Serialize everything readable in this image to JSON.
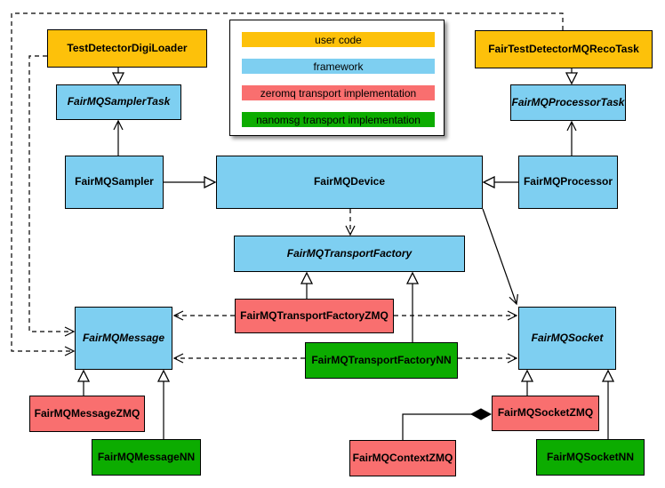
{
  "legend": {
    "items": [
      {
        "id": "user-code",
        "label": "user code",
        "color": "#fdc10a"
      },
      {
        "id": "framework",
        "label": "framework",
        "color": "#7ecff1"
      },
      {
        "id": "zeromq",
        "label": "zeromq transport implementation",
        "color": "#f96f6f"
      },
      {
        "id": "nanomsg",
        "label": "nanomsg transport implementation",
        "color": "#0cac00"
      }
    ]
  },
  "nodes": {
    "testDetectorDigiLoader": {
      "label": "TestDetectorDigiLoader",
      "category": "user-code",
      "abstract": false
    },
    "fairTestDetectorMQRecoTask": {
      "label": "FairTestDetectorMQRecoTask",
      "category": "user-code",
      "abstract": false
    },
    "fairMQSamplerTask": {
      "label": "FairMQSamplerTask",
      "category": "framework",
      "abstract": true
    },
    "fairMQProcessorTask": {
      "label": "FairMQProcessorTask",
      "category": "framework",
      "abstract": true
    },
    "fairMQSampler": {
      "label": "FairMQSampler",
      "category": "framework",
      "abstract": false
    },
    "fairMQDevice": {
      "label": "FairMQDevice",
      "category": "framework",
      "abstract": false
    },
    "fairMQProcessor": {
      "label": "FairMQProcessor",
      "category": "framework",
      "abstract": false
    },
    "fairMQTransportFactory": {
      "label": "FairMQTransportFactory",
      "category": "framework",
      "abstract": true
    },
    "fairMQTransportFactoryZMQ": {
      "label": "FairMQTransportFactoryZMQ",
      "category": "zeromq",
      "abstract": false
    },
    "fairMQTransportFactoryNN": {
      "label": "FairMQTransportFactoryNN",
      "category": "nanomsg",
      "abstract": false
    },
    "fairMQMessage": {
      "label": "FairMQMessage",
      "category": "framework",
      "abstract": true
    },
    "fairMQSocket": {
      "label": "FairMQSocket",
      "category": "framework",
      "abstract": true
    },
    "fairMQMessageZMQ": {
      "label": "FairMQMessageZMQ",
      "category": "zeromq",
      "abstract": false
    },
    "fairMQMessageNN": {
      "label": "FairMQMessageNN",
      "category": "nanomsg",
      "abstract": false
    },
    "fairMQContextZMQ": {
      "label": "FairMQContextZMQ",
      "category": "zeromq",
      "abstract": false
    },
    "fairMQSocketZMQ": {
      "label": "FairMQSocketZMQ",
      "category": "zeromq",
      "abstract": false
    },
    "fairMQSocketNN": {
      "label": "FairMQSocketNN",
      "category": "nanomsg",
      "abstract": false
    }
  },
  "edges": [
    {
      "from": "TestDetectorDigiLoader",
      "to": "FairMQSamplerTask",
      "type": "inheritance",
      "line": "solid"
    },
    {
      "from": "FairMQSampler",
      "to": "FairMQSamplerTask",
      "type": "association-arrow",
      "line": "solid"
    },
    {
      "from": "FairMQSampler",
      "to": "FairMQDevice",
      "type": "inheritance",
      "line": "solid"
    },
    {
      "from": "FairTestDetectorMQRecoTask",
      "to": "FairMQProcessorTask",
      "type": "inheritance",
      "line": "solid"
    },
    {
      "from": "FairMQProcessor",
      "to": "FairMQProcessorTask",
      "type": "association-arrow",
      "line": "solid"
    },
    {
      "from": "FairMQProcessor",
      "to": "FairMQDevice",
      "type": "inheritance",
      "line": "solid"
    },
    {
      "from": "FairMQDevice",
      "to": "FairMQTransportFactory",
      "type": "dependency",
      "line": "dashed"
    },
    {
      "from": "FairMQDevice",
      "to": "FairMQSocket",
      "type": "association-arrow",
      "line": "solid"
    },
    {
      "from": "FairMQTransportFactoryZMQ",
      "to": "FairMQTransportFactory",
      "type": "inheritance",
      "line": "solid"
    },
    {
      "from": "FairMQTransportFactoryNN",
      "to": "FairMQTransportFactory",
      "type": "inheritance",
      "line": "solid"
    },
    {
      "from": "FairMQTransportFactoryZMQ",
      "to": "FairMQMessage",
      "type": "dependency",
      "line": "dashed"
    },
    {
      "from": "FairMQTransportFactoryZMQ",
      "to": "FairMQSocket",
      "type": "dependency",
      "line": "dashed"
    },
    {
      "from": "FairMQTransportFactoryNN",
      "to": "FairMQMessage",
      "type": "dependency",
      "line": "dashed"
    },
    {
      "from": "FairMQTransportFactoryNN",
      "to": "FairMQSocket",
      "type": "dependency",
      "line": "dashed"
    },
    {
      "from": "TestDetectorDigiLoader",
      "to": "FairMQMessage",
      "type": "dependency",
      "line": "dashed"
    },
    {
      "from": "FairTestDetectorMQRecoTask",
      "to": "FairMQMessage",
      "type": "dependency",
      "line": "dashed"
    },
    {
      "from": "FairMQMessageZMQ",
      "to": "FairMQMessage",
      "type": "inheritance",
      "line": "solid"
    },
    {
      "from": "FairMQMessageNN",
      "to": "FairMQMessage",
      "type": "inheritance",
      "line": "solid"
    },
    {
      "from": "FairMQSocketZMQ",
      "to": "FairMQSocket",
      "type": "inheritance",
      "line": "solid"
    },
    {
      "from": "FairMQSocketNN",
      "to": "FairMQSocket",
      "type": "inheritance",
      "line": "solid"
    },
    {
      "from": "FairMQContextZMQ",
      "to": "FairMQSocketZMQ",
      "type": "composition",
      "line": "solid"
    }
  ],
  "colors": {
    "user_code": "#fdc10a",
    "framework": "#7ecff1",
    "zeromq": "#f96f6f",
    "nanomsg": "#0cac00",
    "line": "#000000",
    "background": "#ffffff"
  }
}
